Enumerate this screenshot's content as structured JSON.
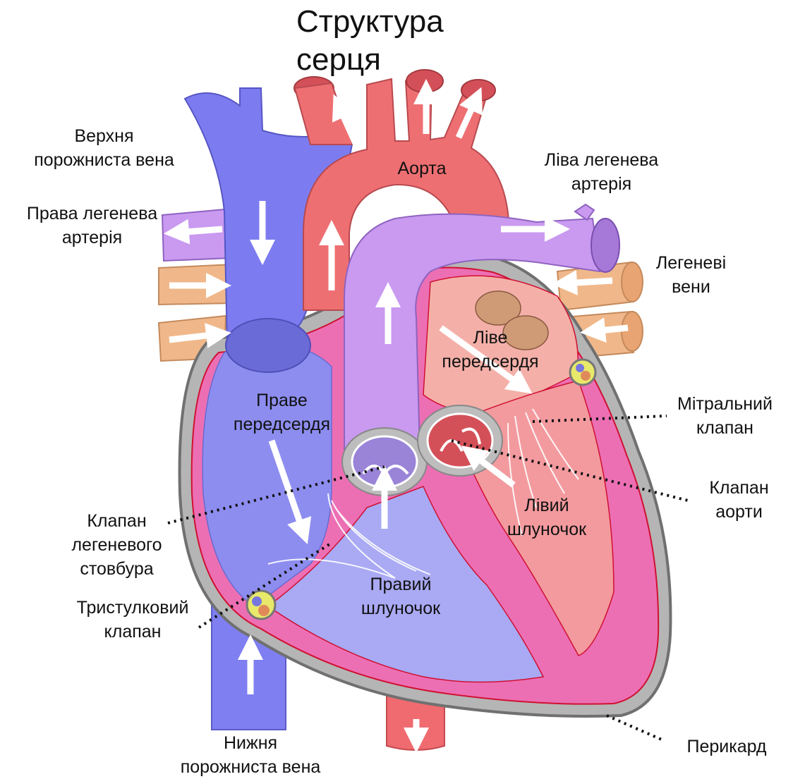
{
  "title": [
    "Структура",
    "серця"
  ],
  "labels": {
    "superior_vena_cava": [
      "Верхня",
      "порожниста вена"
    ],
    "aorta": [
      "Аорта"
    ],
    "left_pulmonary_artery": [
      "Ліва легенева",
      "артерія"
    ],
    "right_pulmonary_artery": [
      "Права легенева",
      "артерія"
    ],
    "pulmonary_veins": [
      "Легеневі",
      "вени"
    ],
    "left_atrium": [
      "Ліве",
      "передсердя"
    ],
    "right_atrium": [
      "Праве",
      "передсердя"
    ],
    "mitral_valve": [
      "Мітральний",
      "клапан"
    ],
    "aortic_valve": [
      "Клапан",
      "аорти"
    ],
    "left_ventricle": [
      "Лівий",
      "шлуночок"
    ],
    "pulmonary_valve": [
      "Клапан",
      "легеневого",
      "стовбура"
    ],
    "right_ventricle": [
      "Правий",
      "шлуночок"
    ],
    "tricuspid_valve": [
      "Тристулковий",
      "клапан"
    ],
    "inferior_vena_cava": [
      "Нижня",
      "порожниста вена"
    ],
    "pericardium": [
      "Перикард"
    ]
  },
  "colors": {
    "vein_blue": "#7c7cf0",
    "artery_red": "#ee6f72",
    "pulmonary_purple": "#c99af0",
    "pulmonary_vein_tan": "#f2b98a",
    "pericardium_gray": "#8c8c8c",
    "myocardium_pink": "#ec6fb4"
  }
}
